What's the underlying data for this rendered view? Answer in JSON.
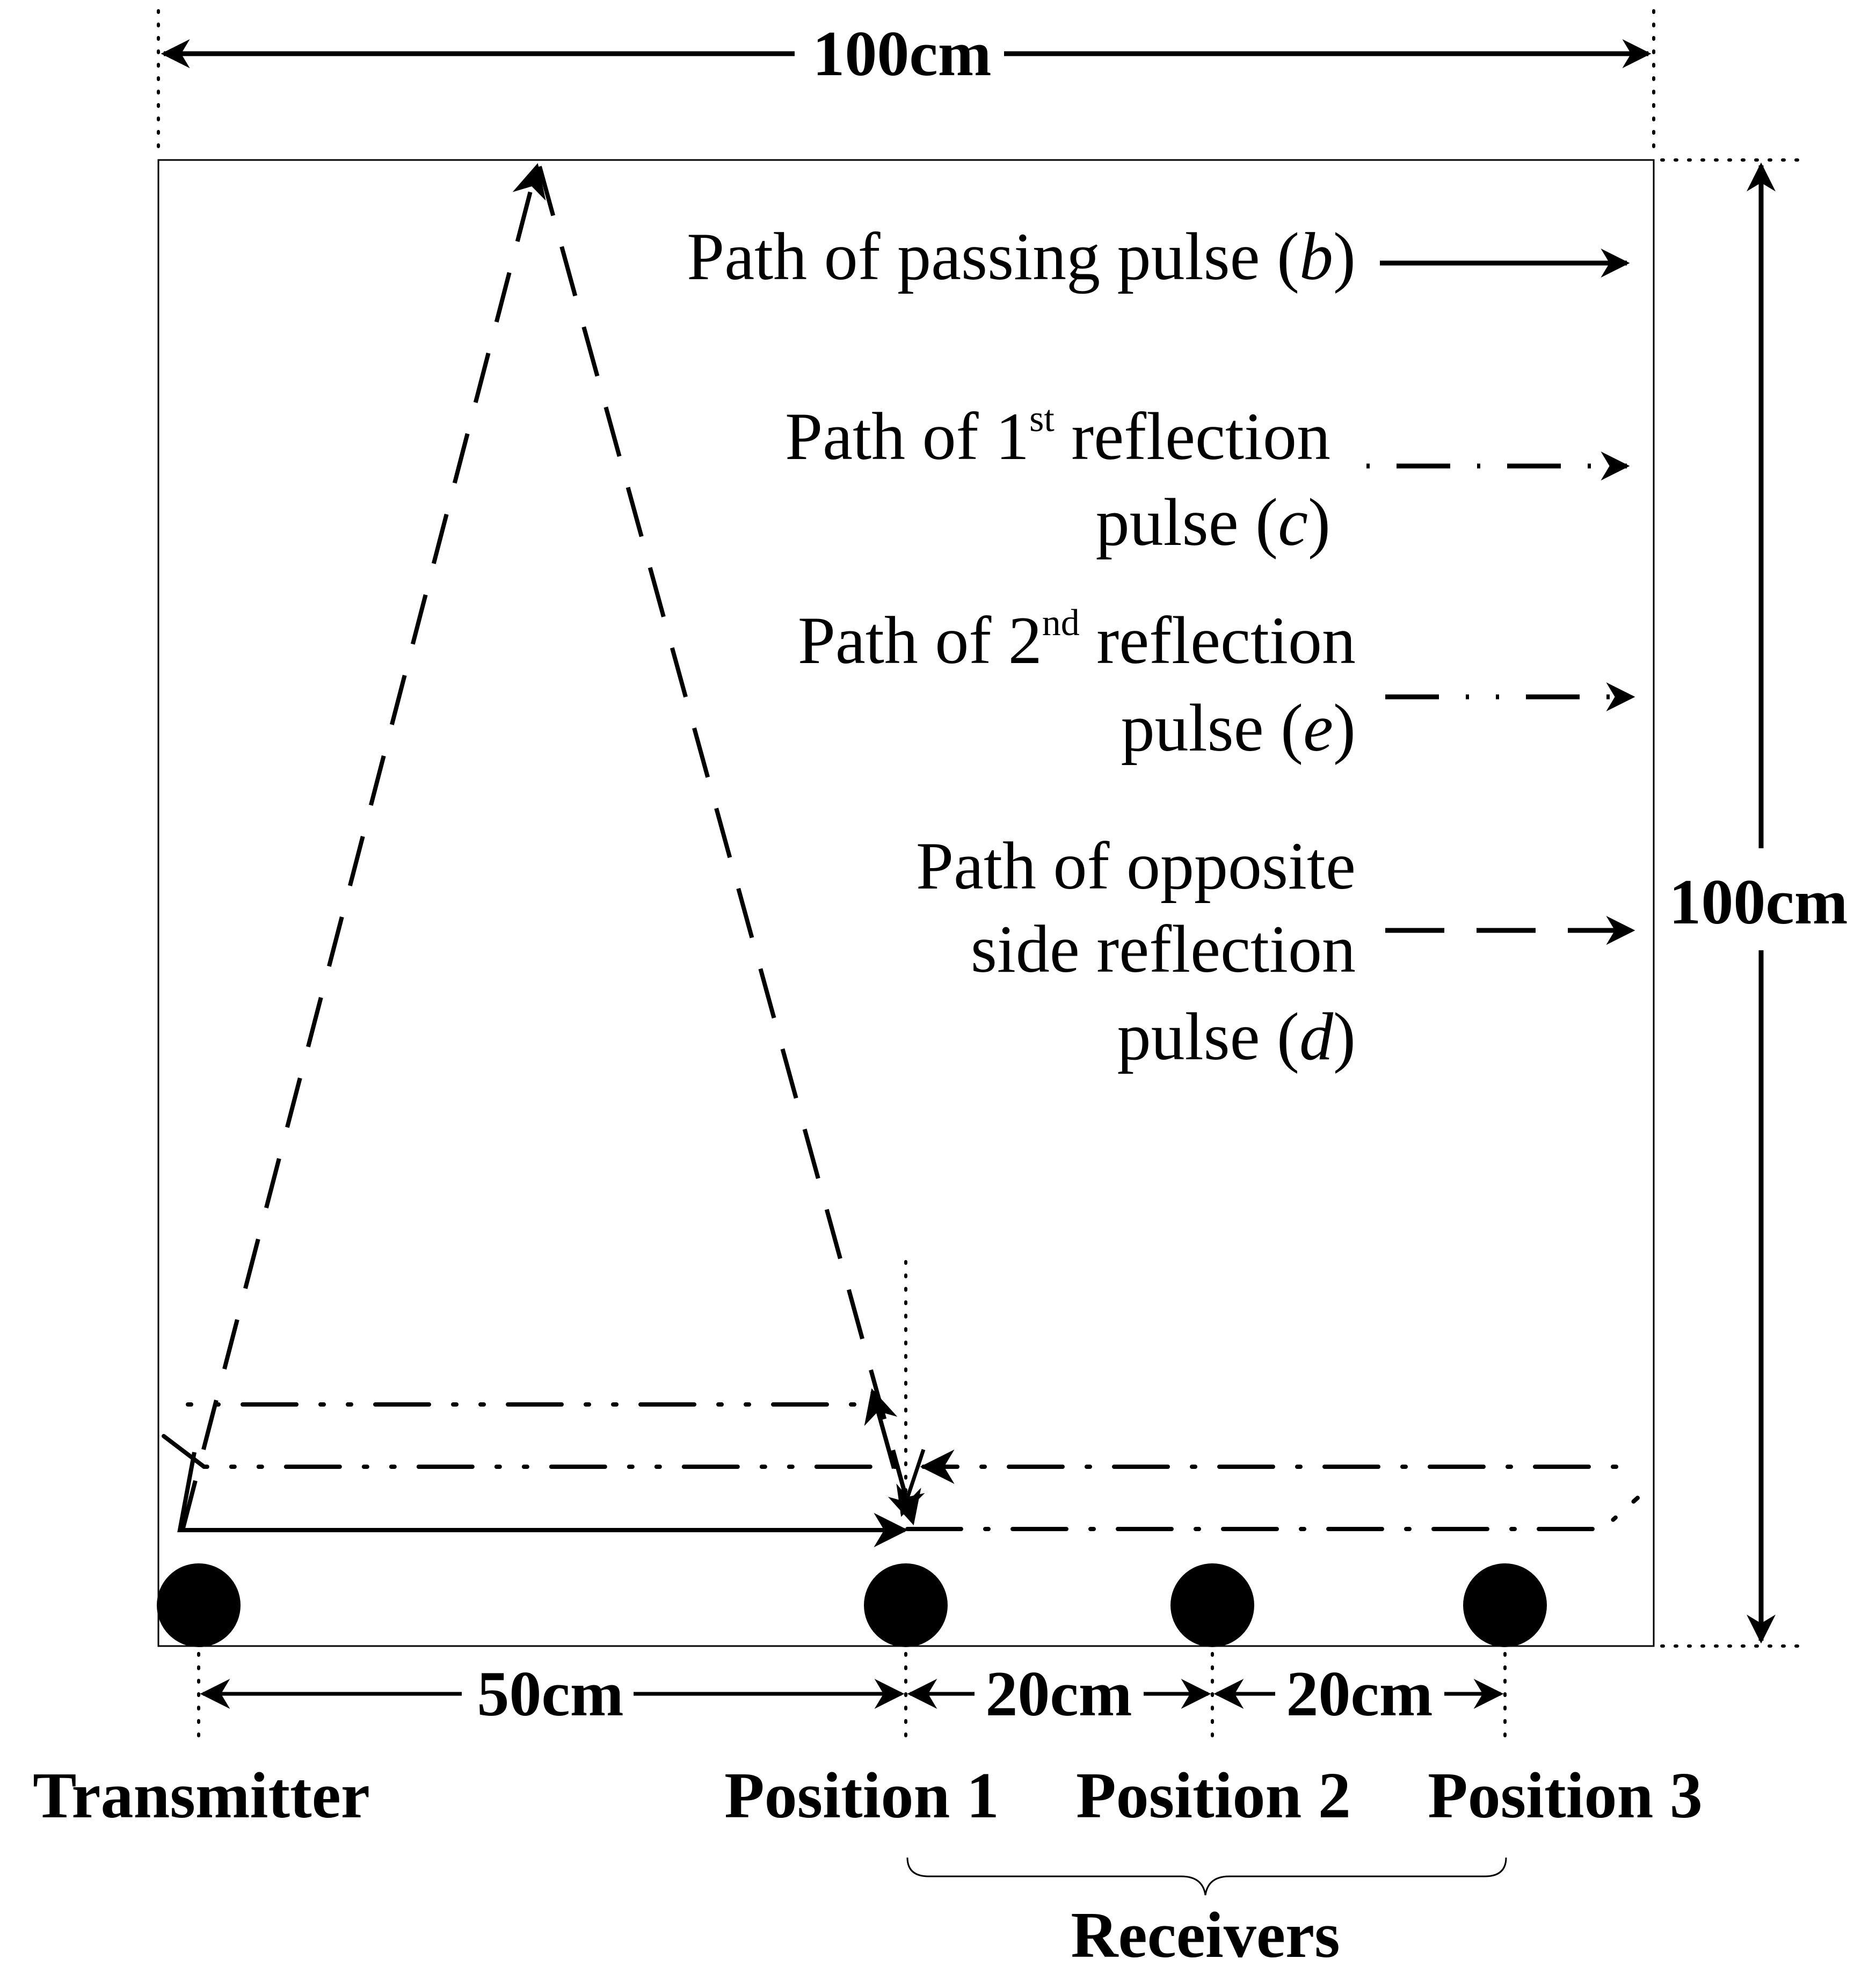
{
  "dimensions": {
    "width_label": "100cm",
    "height_label": "100cm",
    "span_transmitter": "50cm",
    "span_pos1_pos2": "20cm",
    "span_pos2_pos3": "20cm"
  },
  "labels": {
    "transmitter": "Transmitter",
    "position1": "Position 1",
    "position2": "Position 2",
    "position3": "Position 3",
    "receivers": "Receivers"
  },
  "legend": {
    "passing": {
      "prefix": "Path of  passing pulse (",
      "var": "b",
      "suffix": ")"
    },
    "first": {
      "line1_a": "Path of 1",
      "line1_sup": "st",
      "line1_b": " reflection",
      "line2_prefix": "pulse (",
      "var": "c",
      "suffix": ")"
    },
    "second": {
      "line1_a": "Path of 2",
      "line1_sup": "nd",
      "line1_b": " reflection",
      "line2_prefix": "pulse (",
      "var": "e",
      "suffix": ")"
    },
    "opposite": {
      "line1": "Path of opposite",
      "line2": "side reflection",
      "line3_prefix": "pulse (",
      "var": "d",
      "suffix": ")"
    }
  },
  "colors": {
    "ink": "#000000",
    "background": "#ffffff"
  }
}
